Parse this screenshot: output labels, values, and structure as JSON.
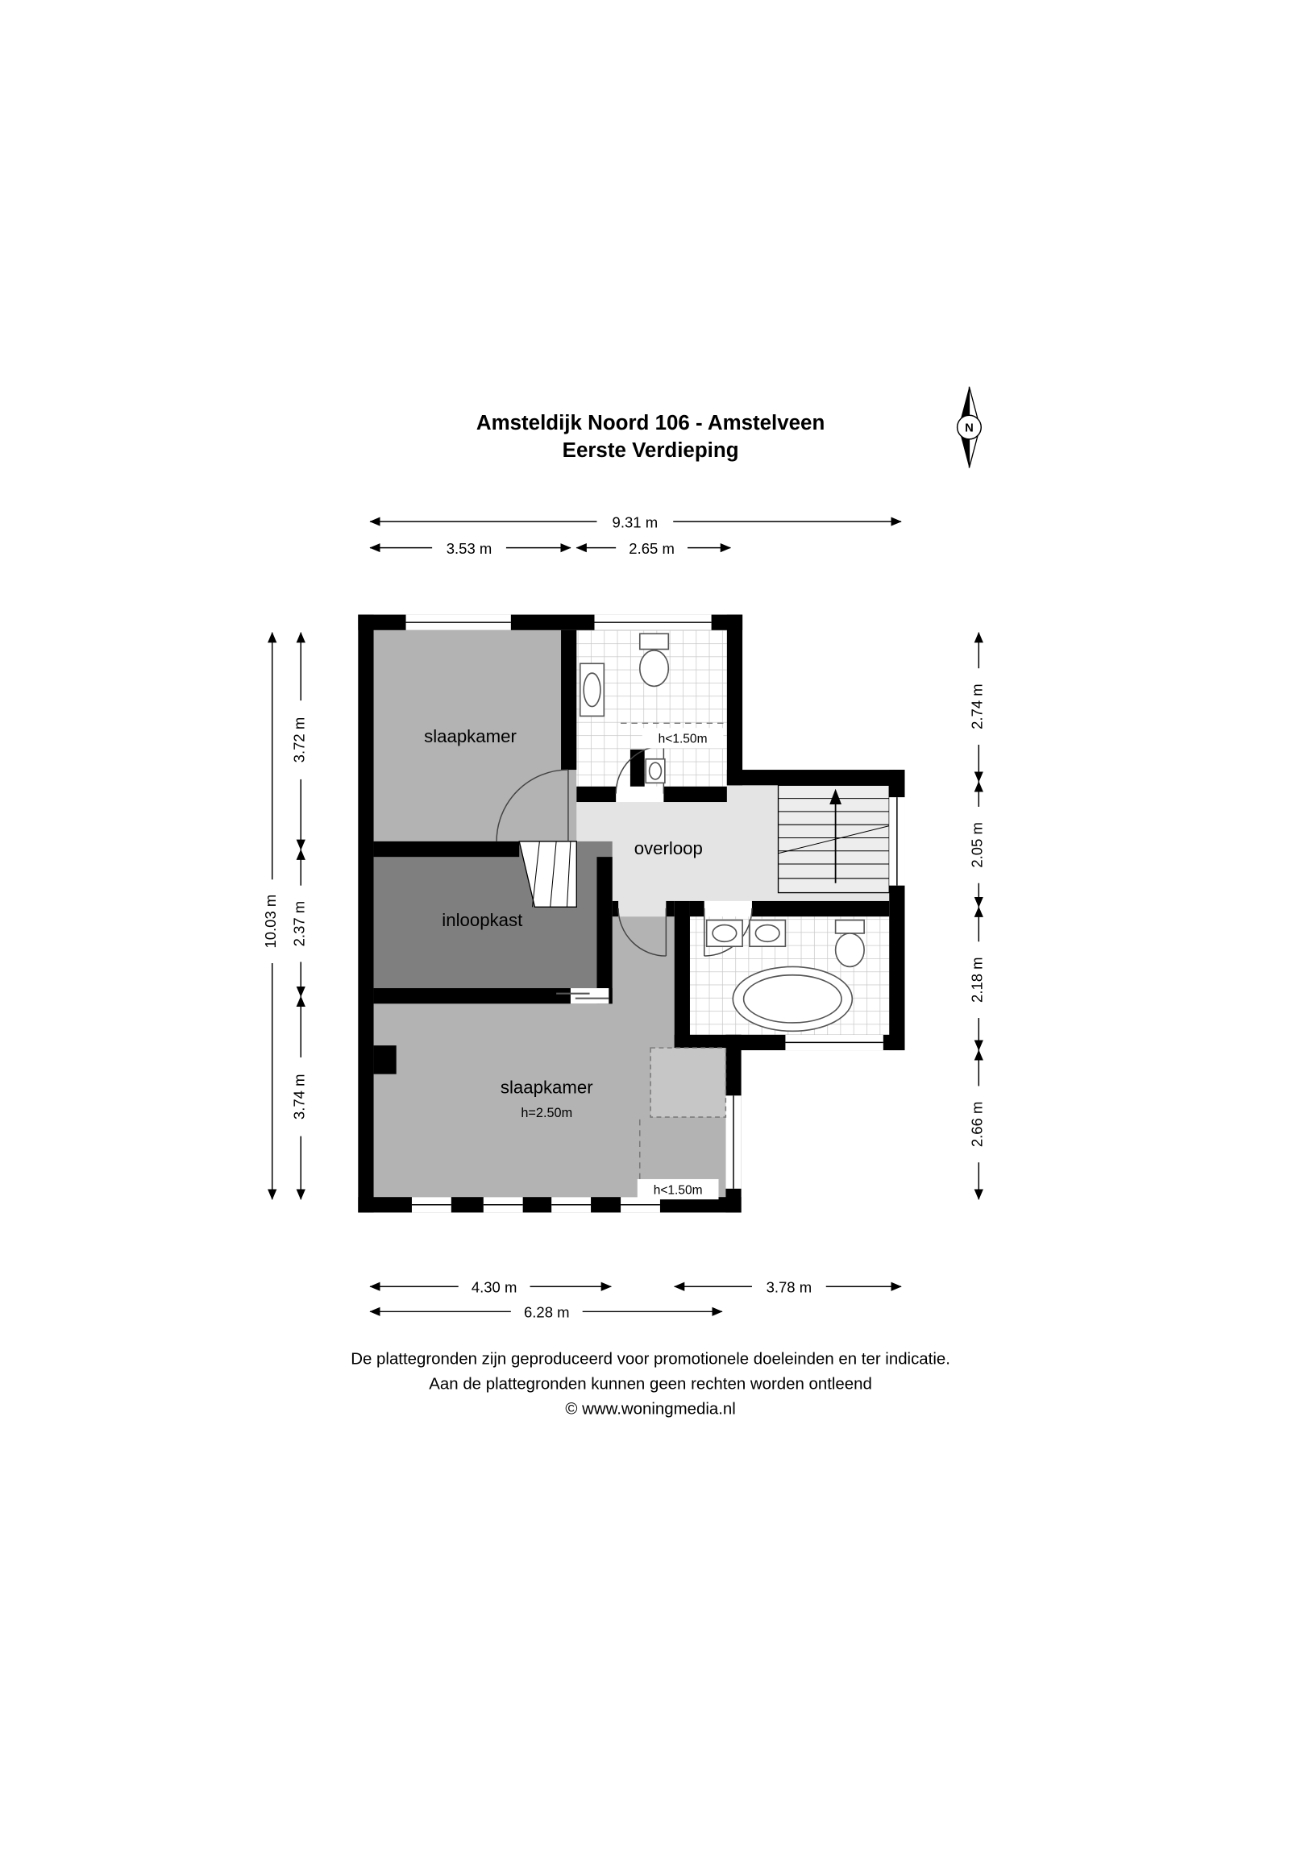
{
  "title": {
    "line1": "Amsteldijk Noord 106 - Amstelveen",
    "line2": "Eerste Verdieping"
  },
  "compass": {
    "north": "N"
  },
  "rooms": {
    "bedroom_top": "slaapkamer",
    "bathroom_top_low_ceiling": "h<1.50m",
    "landing": "overloop",
    "closet": "inloopkast",
    "bedroom_bottom": "slaapkamer",
    "bedroom_bottom_ceiling": "h=2.50m",
    "bedroom_bottom_low_ceiling": "h<1.50m"
  },
  "dimensions": {
    "top_total": "9.31 m",
    "top_left": "3.53 m",
    "top_right": "2.65 m",
    "left_total": "10.03 m",
    "left_upper": "3.72 m",
    "left_middle": "2.37 m",
    "left_lower": "3.74 m",
    "right_1": "2.74 m",
    "right_2": "2.05 m",
    "right_3": "2.18 m",
    "right_4": "2.66 m",
    "bottom_left": "4.30 m",
    "bottom_right": "3.78 m",
    "bottom_total": "6.28 m"
  },
  "footer": {
    "line1": "De plattegronden zijn geproduceerd voor promotionele doeleinden en ter indicatie.",
    "line2": "Aan de plattegronden kunnen geen rechten worden ontleend",
    "line3": "© www.woningmedia.nl"
  },
  "colors": {
    "wall": "#000000",
    "bedroom": "#b3b3b3",
    "closet": "#7f7f7f",
    "landing": "#e4e4e4",
    "stairs": "#ededed",
    "tile": "#c9c9c9",
    "patch": "#c6c6c6"
  }
}
